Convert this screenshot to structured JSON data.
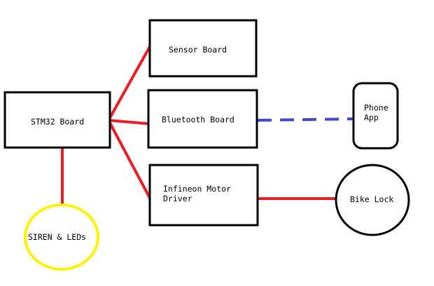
{
  "nodes": {
    "stm32": "STM32 Board",
    "sensor": "Sensor Board",
    "bluetooth": "Bluetooth Board",
    "motor_line1": "Infineon Motor",
    "motor_line2": "Driver",
    "phone_line1": "Phone",
    "phone_line2": "App",
    "lock": "Bike Lock",
    "siren": "SIREN & LEDs"
  },
  "colors": {
    "box_stroke": "#000000",
    "wire": "#ed1c24",
    "wireless": "#3f48cc",
    "siren_ring": "#fff200"
  }
}
